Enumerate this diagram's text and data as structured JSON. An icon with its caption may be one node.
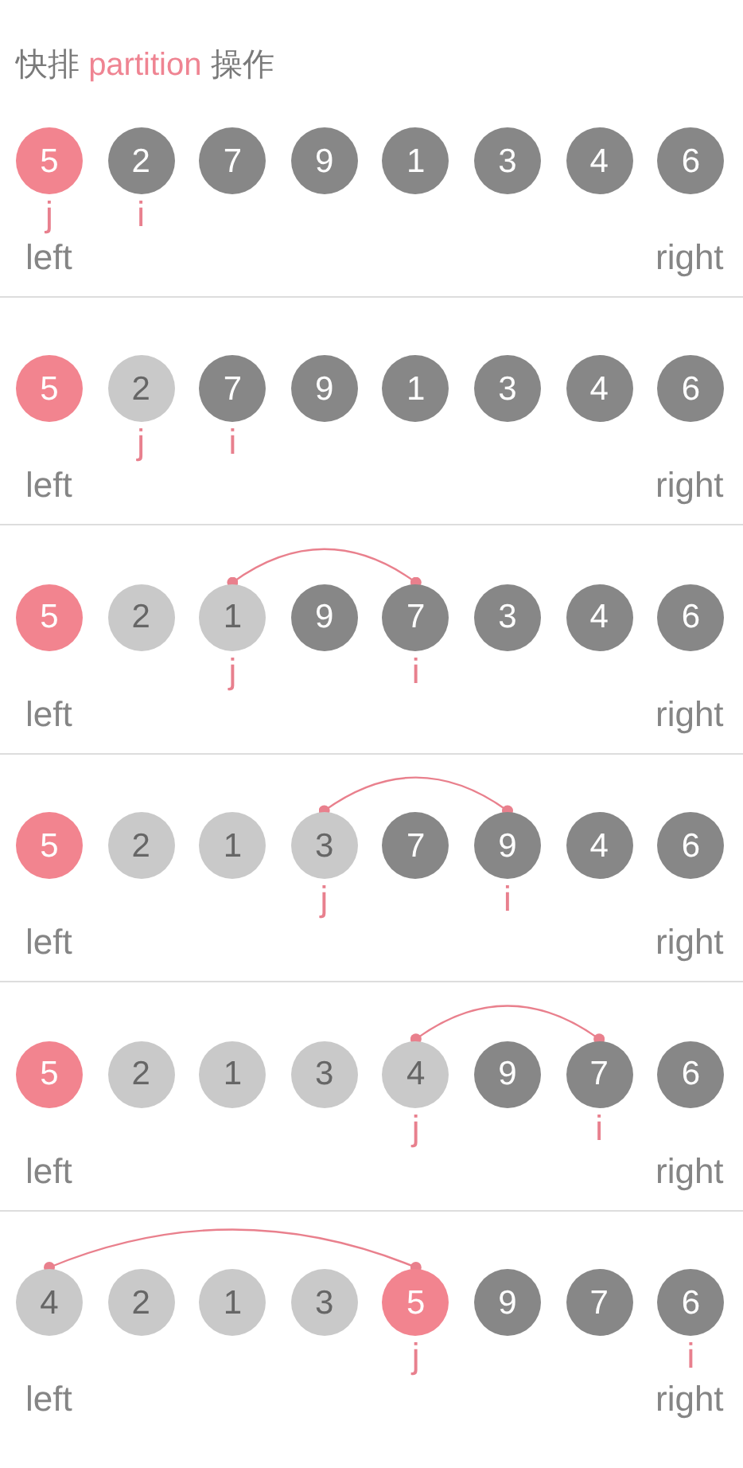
{
  "diagram": {
    "title": "快排 partition 操作",
    "nodes": [
      {
        "text": [
          "5"
        ],
        "beside": [
          "j"
        ]
      },
      {
        "text": [
          "2"
        ],
        "beside": [
          "i"
        ]
      },
      {
        "text": [
          "7"
        ]
      },
      {
        "text": [
          "9"
        ]
      },
      {
        "text": [
          "1"
        ]
      },
      {
        "text": [
          "3"
        ]
      },
      {
        "text": [
          "4"
        ]
      },
      {
        "text": [
          "6"
        ]
      },
      {
        "text": [
          "5"
        ]
      },
      {
        "text": [
          "2"
        ],
        "beside": [
          "j"
        ]
      },
      {
        "text": [
          "7"
        ],
        "beside": [
          "i"
        ]
      },
      {
        "text": [
          "9"
        ]
      },
      {
        "text": [
          "1"
        ]
      },
      {
        "text": [
          "3"
        ]
      },
      {
        "text": [
          "4"
        ]
      },
      {
        "text": [
          "6"
        ]
      },
      {
        "text": [
          "5"
        ]
      },
      {
        "text": [
          "2"
        ]
      },
      {
        "text": [
          "1"
        ],
        "beside": [
          "j"
        ]
      },
      {
        "text": [
          "9"
        ]
      },
      {
        "text": [
          "7"
        ],
        "beside": [
          "i"
        ]
      },
      {
        "text": [
          "3"
        ]
      },
      {
        "text": [
          "4"
        ]
      },
      {
        "text": [
          "6"
        ]
      },
      {
        "text": [
          "5"
        ]
      },
      {
        "text": [
          "2"
        ]
      },
      {
        "text": [
          "1"
        ]
      },
      {
        "text": [
          "3"
        ],
        "beside": [
          "j"
        ]
      },
      {
        "text": [
          "7"
        ]
      },
      {
        "text": [
          "9"
        ],
        "beside": [
          "i"
        ]
      },
      {
        "text": [
          "4"
        ]
      },
      {
        "text": [
          "6"
        ]
      },
      {
        "text": [
          "5"
        ]
      },
      {
        "text": [
          "2"
        ]
      },
      {
        "text": [
          "1"
        ]
      },
      {
        "text": [
          "3"
        ]
      },
      {
        "text": [
          "4"
        ],
        "beside": [
          "j"
        ]
      },
      {
        "text": [
          "9"
        ]
      },
      {
        "text": [
          "7"
        ],
        "beside": [
          "i"
        ]
      },
      {
        "text": [
          "6"
        ]
      },
      {
        "text": [
          "4"
        ]
      },
      {
        "text": [
          "2"
        ]
      },
      {
        "text": [
          "1"
        ]
      },
      {
        "text": [
          "3"
        ]
      },
      {
        "text": [
          "5"
        ],
        "beside": [
          "j"
        ]
      },
      {
        "text": [
          "9"
        ]
      },
      {
        "text": [
          "7"
        ]
      },
      {
        "text": [
          "6"
        ],
        "beside": [
          "i"
        ]
      }
    ],
    "edges": [
      {
        "from": 18,
        "to": 20,
        "arrow": "other"
      },
      {
        "from": 27,
        "to": 29,
        "arrow": "other"
      },
      {
        "from": 36,
        "to": 38,
        "arrow": "other"
      },
      {
        "from": 40,
        "to": 44,
        "arrow": "other"
      }
    ],
    "labels": [
      "left",
      "right",
      "left",
      "right",
      "left",
      "right",
      "left",
      "right",
      "left",
      "right",
      "left",
      "right"
    ]
  }
}
